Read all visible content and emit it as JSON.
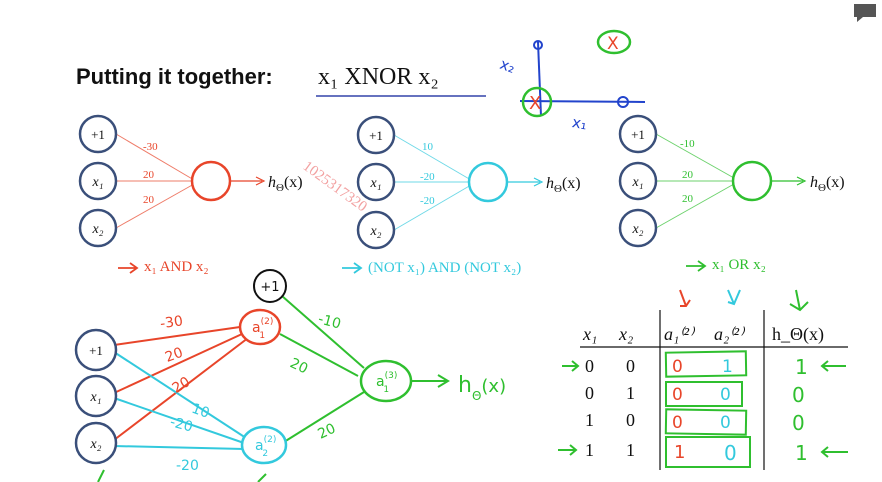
{
  "title": {
    "bold": "Putting it together:",
    "math": "x₁ XNOR x₂"
  },
  "colors": {
    "red": "#e8452a",
    "cyan": "#33c9dd",
    "green": "#2fbf2f",
    "blue": "#2244cc",
    "node": "#3a4f7a"
  },
  "nodes": {
    "bias": "+1",
    "x1": "x₁",
    "x2": "x₂"
  },
  "output_label": "h_Θ(x)",
  "hyp": "h",
  "hyp_sub": "Θ",
  "hyp_arg": "(x)",
  "net_and": {
    "w": [
      "-30",
      "20",
      "20"
    ],
    "caption": "x₁ AND x₂"
  },
  "net_not": {
    "w": [
      "10",
      "-20",
      "-20"
    ],
    "caption": "(NOT x₁) AND (NOT x₂)"
  },
  "net_or": {
    "w": [
      "-10",
      "20",
      "20"
    ],
    "caption": "x₁ OR x₂"
  },
  "sketch": {
    "x1": "x₁",
    "x2": "x₂",
    "x_mark": "X",
    "o_mark": "O"
  },
  "combined": {
    "bias_top": "+1",
    "a1": "a",
    "a1_sup": "(2)",
    "a1_sub": "1",
    "a2": "a",
    "a2_sup": "(2)",
    "a2_sub": "2",
    "a3": "a",
    "a3_sup": "(3)",
    "a3_sub": "1",
    "w_red": [
      "-30",
      "20",
      "20"
    ],
    "w_cyan": [
      "10",
      "-20",
      "-20"
    ],
    "w_green": [
      "-10",
      "20",
      "20"
    ],
    "out": "h",
    "out_sub": "Θ",
    "out_arg": "(x)"
  },
  "table": {
    "headers": [
      "x₁",
      "x₂",
      "a₁⁽²⁾",
      "a₂⁽²⁾",
      "h_Θ(x)"
    ],
    "rows": [
      [
        "0",
        "0",
        "0",
        "1",
        "1"
      ],
      [
        "0",
        "1",
        "0",
        "0",
        "0"
      ],
      [
        "1",
        "0",
        "0",
        "0",
        "0"
      ],
      [
        "1",
        "1",
        "1",
        "0",
        "1"
      ]
    ]
  },
  "watermark": "1025317320"
}
